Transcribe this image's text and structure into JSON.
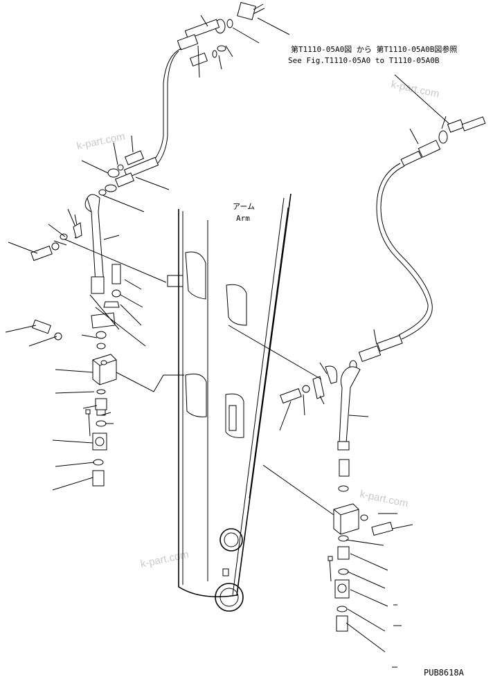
{
  "reference_note": {
    "line_jp": "第T1110-05A0図 から 第T1110-05A0B図参照",
    "line_en": "See Fig.T1110-05A0 to T1110-05A0B"
  },
  "arm_label": {
    "jp": "アーム",
    "en": "Arm"
  },
  "watermark_text": "k-part.com",
  "drawing_code": "PUB8618A"
}
